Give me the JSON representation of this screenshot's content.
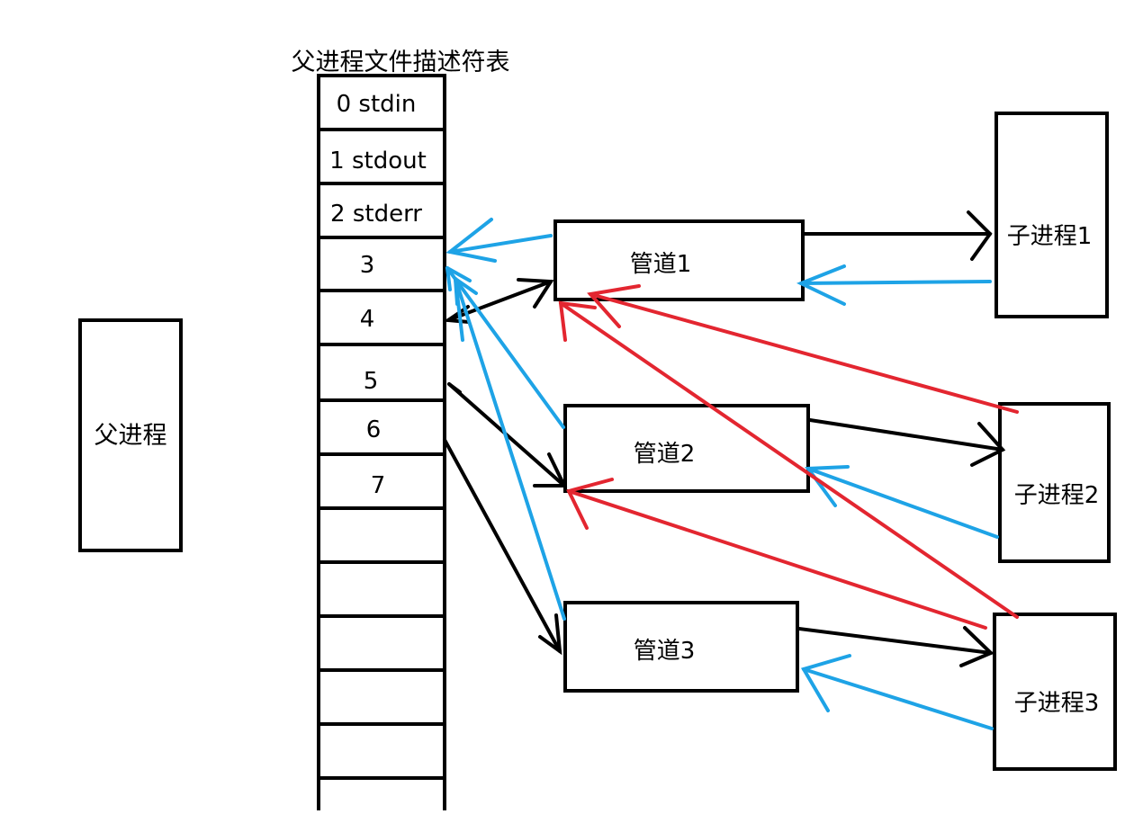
{
  "table_title": "父进程文件描述符表",
  "parent_process": {
    "label": "父进程"
  },
  "fd_table": {
    "rows": [
      "0 stdin",
      "1 stdout",
      "2 stderr",
      "3",
      "4",
      "5",
      "6",
      "7",
      "",
      "",
      "",
      "",
      "",
      ""
    ]
  },
  "pipes": [
    {
      "label": "管道1"
    },
    {
      "label": "管道2"
    },
    {
      "label": "管道3"
    }
  ],
  "children": [
    {
      "label": "子进程1"
    },
    {
      "label": "子进程2"
    },
    {
      "label": "子进程3"
    }
  ],
  "colors": {
    "box_stroke": "#000000",
    "black_arrow": "#000000",
    "blue_arrow": "#1ea3e6",
    "red_arrow": "#e32630"
  }
}
